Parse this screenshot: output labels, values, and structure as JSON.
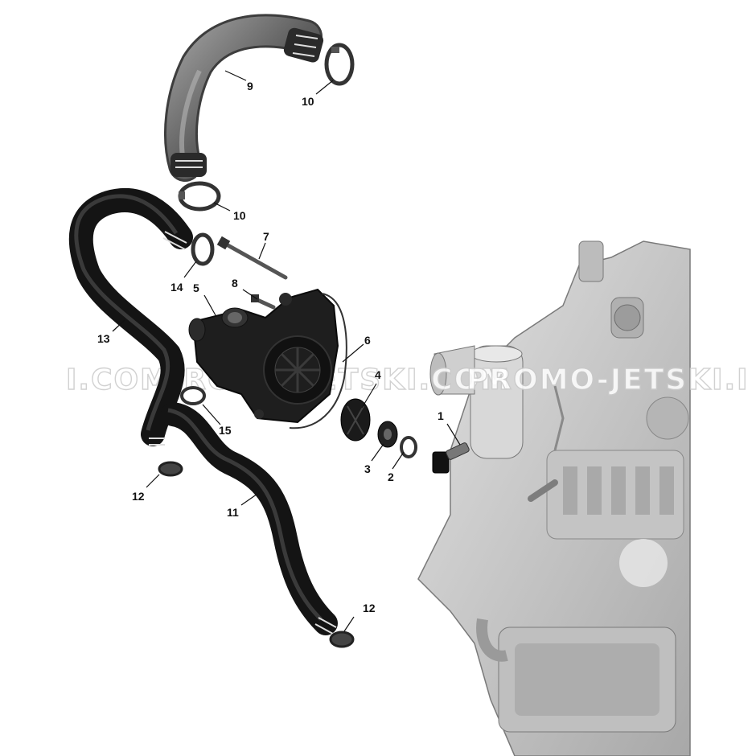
{
  "watermark": {
    "left_fragment": "I.COM",
    "center": "PROMO-JETSKI.COM",
    "right_fragment": "PROMO-JETSKI.I"
  },
  "callouts": [
    {
      "id": "c1",
      "label": "1"
    },
    {
      "id": "c2",
      "label": "2"
    },
    {
      "id": "c3",
      "label": "3"
    },
    {
      "id": "c4",
      "label": "4"
    },
    {
      "id": "c5",
      "label": "5"
    },
    {
      "id": "c6",
      "label": "6"
    },
    {
      "id": "c7",
      "label": "7"
    },
    {
      "id": "c8",
      "label": "8"
    },
    {
      "id": "c9",
      "label": "9"
    },
    {
      "id": "c10a",
      "label": "10"
    },
    {
      "id": "c10b",
      "label": "10"
    },
    {
      "id": "c11",
      "label": "11"
    },
    {
      "id": "c12a",
      "label": "12"
    },
    {
      "id": "c12b",
      "label": "12"
    },
    {
      "id": "c13",
      "label": "13"
    },
    {
      "id": "c14",
      "label": "14"
    },
    {
      "id": "c15",
      "label": "15"
    }
  ],
  "colors": {
    "hose": "#1c1c1c",
    "hose_highlight": "#5a5a5a",
    "upper_pipe": "#6e6e6e",
    "engine": "#cfcfcf",
    "engine_dark": "#9a9a9a",
    "clamp": "#555555"
  }
}
